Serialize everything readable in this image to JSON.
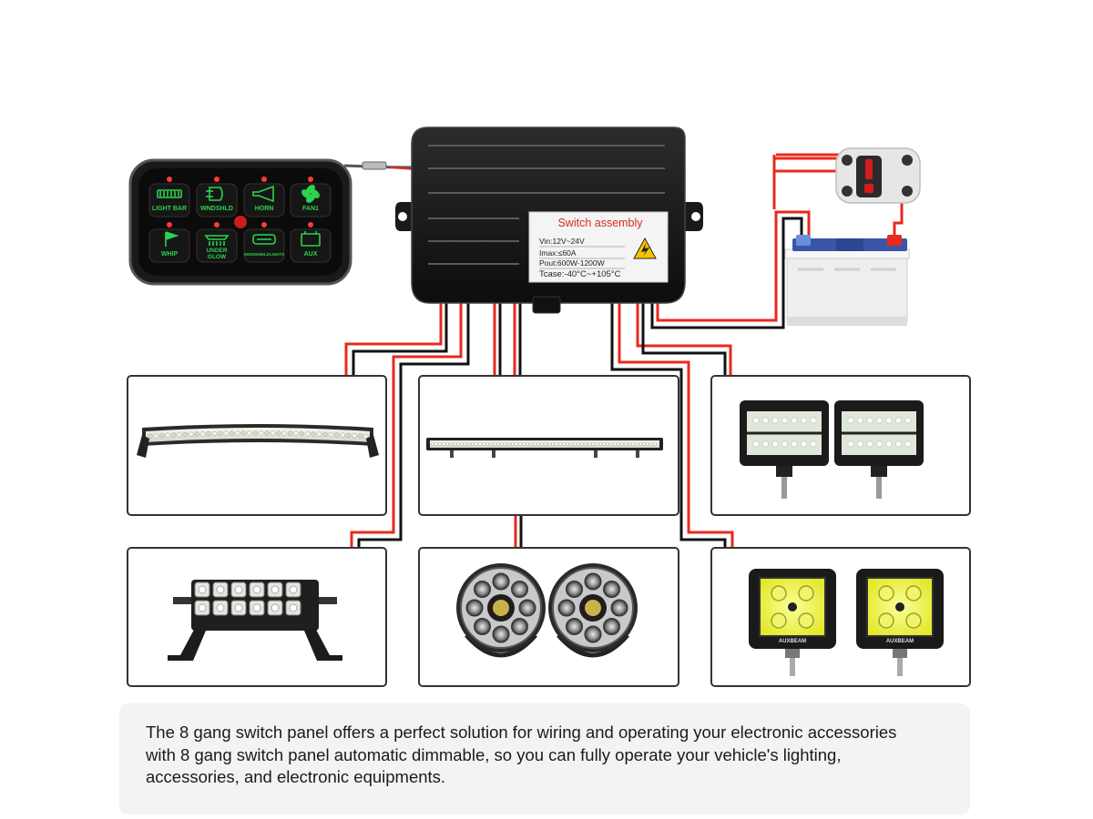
{
  "switch_panel": {
    "buttons": [
      {
        "label": "LIGHT BAR",
        "icon": "light-bar-icon"
      },
      {
        "label": "WNDSHLD",
        "icon": "windshield-icon"
      },
      {
        "label": "HORN",
        "icon": "horn-icon"
      },
      {
        "label": "FAN1",
        "icon": "fan-icon"
      },
      {
        "label": "WHIP",
        "icon": "whip-flag-icon"
      },
      {
        "label": "UNDER GLOW",
        "line1": "UNDER",
        "line2": "GLOW",
        "icon": "underglow-icon"
      },
      {
        "label": "WINDSHIELDLIGHTS",
        "icon": "windshield-lights-icon"
      },
      {
        "label": "AUX",
        "icon": "battery-aux-icon"
      }
    ],
    "glow_color": "#2bd34f",
    "indicator_color": "#ff3b2f"
  },
  "switch_assembly": {
    "title": "Switch assembly",
    "vin": "Vin:12V~24V",
    "imax": "Imax:≤60A",
    "pout": "Pout:600W-1200W",
    "tcase": "Tcase:-40°C~+105°C"
  },
  "accessories": [
    {
      "name": "curved-led-light-bar"
    },
    {
      "name": "long-led-light-bar"
    },
    {
      "name": "led-flood-pods-pair"
    },
    {
      "name": "short-led-light-bar"
    },
    {
      "name": "round-driving-lights-pair"
    },
    {
      "name": "square-cube-lights-pair",
      "brand": "AUXBEAM"
    }
  ],
  "colors": {
    "wire_positive": "#e8291d",
    "wire_negative": "#111111",
    "box_border": "#222222",
    "caption_bg": "#f3f3f3"
  },
  "caption": "The 8 gang switch panel offers a perfect solution for wiring and operating your electronic accessories\nwith 8 gang switch panel automatic dimmable, so you can fully operate your vehicle's lighting,\naccessories, and electronic equipments."
}
